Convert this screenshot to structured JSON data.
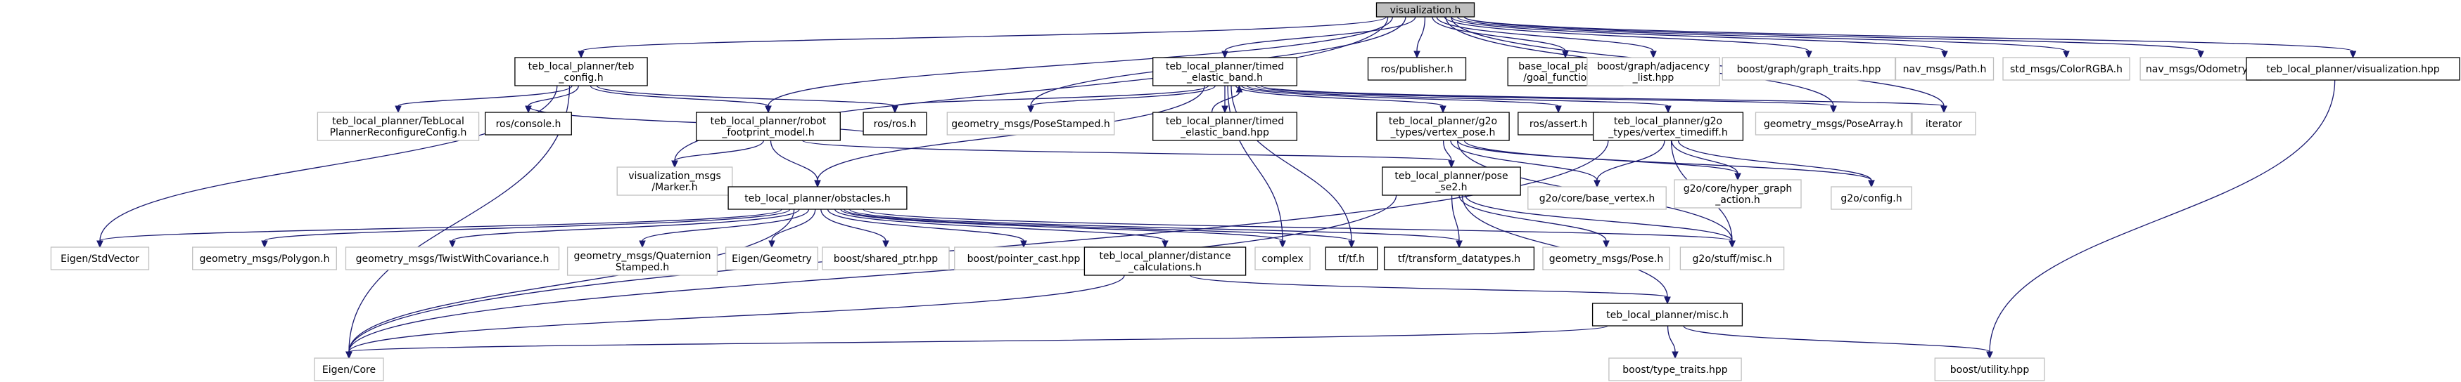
{
  "colors": {
    "edge": "#191970",
    "root_fill": "#bfbfbf",
    "file_fill": "#ffffff",
    "file_border": "#000000",
    "ext_border": "#bfbfbf",
    "text": "#000000"
  },
  "nodes": [
    {
      "id": "viz",
      "label": "visualization.h",
      "kind": "root"
    },
    {
      "id": "teb_config",
      "label": "teb_local_planner/teb\n_config.h",
      "kind": "file"
    },
    {
      "id": "timed_eb",
      "label": "teb_local_planner/timed\n_elastic_band.h",
      "kind": "file"
    },
    {
      "id": "publisher",
      "label": "ros/publisher.h",
      "kind": "file"
    },
    {
      "id": "base_lp",
      "label": "base_local_planner\n/goal_functions.h",
      "kind": "file"
    },
    {
      "id": "adj",
      "label": "boost/graph/adjacency\n_list.hpp",
      "kind": "ext"
    },
    {
      "id": "gtraits",
      "label": "boost/graph/graph_traits.hpp",
      "kind": "ext"
    },
    {
      "id": "path",
      "label": "nav_msgs/Path.h",
      "kind": "ext"
    },
    {
      "id": "colorrgba",
      "label": "std_msgs/ColorRGBA.h",
      "kind": "ext"
    },
    {
      "id": "odometry",
      "label": "nav_msgs/Odometry.h",
      "kind": "ext"
    },
    {
      "id": "viz_hpp",
      "label": "teb_local_planner/visualization.hpp",
      "kind": "file"
    },
    {
      "id": "reconf",
      "label": "teb_local_planner/TebLocal\nPlannerReconfigureConfig.h",
      "kind": "ext"
    },
    {
      "id": "console",
      "label": "ros/console.h",
      "kind": "file"
    },
    {
      "id": "robot_fp",
      "label": "teb_local_planner/robot\n_footprint_model.h",
      "kind": "file"
    },
    {
      "id": "rosh",
      "label": "ros/ros.h",
      "kind": "file"
    },
    {
      "id": "posestamped",
      "label": "geometry_msgs/PoseStamped.h",
      "kind": "ext"
    },
    {
      "id": "timed_eb_hpp",
      "label": "teb_local_planner/timed\n_elastic_band.hpp",
      "kind": "file"
    },
    {
      "id": "vpose",
      "label": "teb_local_planner/g2o\n_types/vertex_pose.h",
      "kind": "file"
    },
    {
      "id": "assert",
      "label": "ros/assert.h",
      "kind": "file"
    },
    {
      "id": "vtimediff",
      "label": "teb_local_planner/g2o\n_types/vertex_timediff.h",
      "kind": "file"
    },
    {
      "id": "posearray",
      "label": "geometry_msgs/PoseArray.h",
      "kind": "ext"
    },
    {
      "id": "iterator",
      "label": "iterator",
      "kind": "ext"
    },
    {
      "id": "marker",
      "label": "visualization_msgs\n/Marker.h",
      "kind": "ext"
    },
    {
      "id": "obstacles",
      "label": "teb_local_planner/obstacles.h",
      "kind": "file"
    },
    {
      "id": "pose_se2",
      "label": "teb_local_planner/pose\n_se2.h",
      "kind": "file"
    },
    {
      "id": "base_vertex",
      "label": "g2o/core/base_vertex.h",
      "kind": "ext"
    },
    {
      "id": "hyper",
      "label": "g2o/core/hyper_graph\n_action.h",
      "kind": "ext"
    },
    {
      "id": "g2oconfig",
      "label": "g2o/config.h",
      "kind": "ext"
    },
    {
      "id": "stdvector",
      "label": "Eigen/StdVector",
      "kind": "ext"
    },
    {
      "id": "polygon",
      "label": "geometry_msgs/Polygon.h",
      "kind": "ext"
    },
    {
      "id": "twist",
      "label": "geometry_msgs/TwistWithCovariance.h",
      "kind": "ext"
    },
    {
      "id": "quat",
      "label": "geometry_msgs/Quaternion\nStamped.h",
      "kind": "ext"
    },
    {
      "id": "geometry",
      "label": "Eigen/Geometry",
      "kind": "ext"
    },
    {
      "id": "sharedptr",
      "label": "boost/shared_ptr.hpp",
      "kind": "ext"
    },
    {
      "id": "ptrcast",
      "label": "boost/pointer_cast.hpp",
      "kind": "ext"
    },
    {
      "id": "distcalc",
      "label": "teb_local_planner/distance\n_calculations.h",
      "kind": "file"
    },
    {
      "id": "complex",
      "label": "complex",
      "kind": "ext"
    },
    {
      "id": "tfh",
      "label": "tf/tf.h",
      "kind": "file"
    },
    {
      "id": "tfdt",
      "label": "tf/transform_datatypes.h",
      "kind": "file"
    },
    {
      "id": "posemsg",
      "label": "geometry_msgs/Pose.h",
      "kind": "ext"
    },
    {
      "id": "g2omisc",
      "label": "g2o/stuff/misc.h",
      "kind": "ext"
    },
    {
      "id": "misc",
      "label": "teb_local_planner/misc.h",
      "kind": "file"
    },
    {
      "id": "eigencore",
      "label": "Eigen/Core",
      "kind": "ext"
    },
    {
      "id": "typetraits",
      "label": "boost/type_traits.hpp",
      "kind": "ext"
    },
    {
      "id": "utility",
      "label": "boost/utility.hpp",
      "kind": "ext"
    }
  ],
  "edges": [
    [
      "viz",
      "teb_config"
    ],
    [
      "viz",
      "timed_eb"
    ],
    [
      "viz",
      "publisher"
    ],
    [
      "viz",
      "base_lp"
    ],
    [
      "viz",
      "adj"
    ],
    [
      "viz",
      "gtraits"
    ],
    [
      "viz",
      "path"
    ],
    [
      "viz",
      "colorrgba"
    ],
    [
      "viz",
      "odometry"
    ],
    [
      "viz",
      "viz_hpp"
    ],
    [
      "viz",
      "robot_fp"
    ],
    [
      "viz",
      "posestamped"
    ],
    [
      "viz",
      "marker"
    ],
    [
      "viz",
      "posearray"
    ],
    [
      "viz",
      "iterator"
    ],
    [
      "teb_config",
      "reconf"
    ],
    [
      "teb_config",
      "console"
    ],
    [
      "teb_config",
      "robot_fp"
    ],
    [
      "teb_config",
      "rosh"
    ],
    [
      "teb_config",
      "stdvector"
    ],
    [
      "teb_config",
      "eigencore"
    ],
    [
      "timed_eb",
      "rosh"
    ],
    [
      "timed_eb",
      "posestamped"
    ],
    [
      "timed_eb",
      "timed_eb_hpp"
    ],
    [
      "timed_eb",
      "vpose"
    ],
    [
      "timed_eb",
      "assert"
    ],
    [
      "timed_eb",
      "vtimediff"
    ],
    [
      "timed_eb",
      "posearray"
    ],
    [
      "timed_eb",
      "obstacles"
    ],
    [
      "timed_eb",
      "complex"
    ],
    [
      "timed_eb",
      "tfh"
    ],
    [
      "timed_eb",
      "iterator"
    ],
    [
      "timed_eb_hpp",
      "timed_eb"
    ],
    [
      "robot_fp",
      "marker"
    ],
    [
      "robot_fp",
      "obstacles"
    ],
    [
      "robot_fp",
      "pose_se2"
    ],
    [
      "vpose",
      "pose_se2"
    ],
    [
      "vpose",
      "base_vertex"
    ],
    [
      "vpose",
      "hyper"
    ],
    [
      "vpose",
      "g2oconfig"
    ],
    [
      "vpose",
      "g2omisc"
    ],
    [
      "vtimediff",
      "base_vertex"
    ],
    [
      "vtimediff",
      "hyper"
    ],
    [
      "vtimediff",
      "g2oconfig"
    ],
    [
      "vtimediff",
      "eigencore"
    ],
    [
      "vtimediff",
      "g2omisc"
    ],
    [
      "obstacles",
      "stdvector"
    ],
    [
      "obstacles",
      "polygon"
    ],
    [
      "obstacles",
      "twist"
    ],
    [
      "obstacles",
      "quat"
    ],
    [
      "obstacles",
      "geometry"
    ],
    [
      "obstacles",
      "sharedptr"
    ],
    [
      "obstacles",
      "ptrcast"
    ],
    [
      "obstacles",
      "distcalc"
    ],
    [
      "obstacles",
      "complex"
    ],
    [
      "obstacles",
      "tfh"
    ],
    [
      "obstacles",
      "tfdt"
    ],
    [
      "obstacles",
      "g2omisc"
    ],
    [
      "obstacles",
      "eigencore"
    ],
    [
      "pose_se2",
      "tfdt"
    ],
    [
      "pose_se2",
      "posemsg"
    ],
    [
      "pose_se2",
      "g2omisc"
    ],
    [
      "pose_se2",
      "misc"
    ],
    [
      "pose_se2",
      "eigencore"
    ],
    [
      "distcalc",
      "misc"
    ],
    [
      "distcalc",
      "eigencore"
    ],
    [
      "misc",
      "eigencore"
    ],
    [
      "misc",
      "typetraits"
    ],
    [
      "misc",
      "utility"
    ],
    [
      "viz_hpp",
      "utility"
    ],
    [
      "rosh",
      "console"
    ]
  ]
}
